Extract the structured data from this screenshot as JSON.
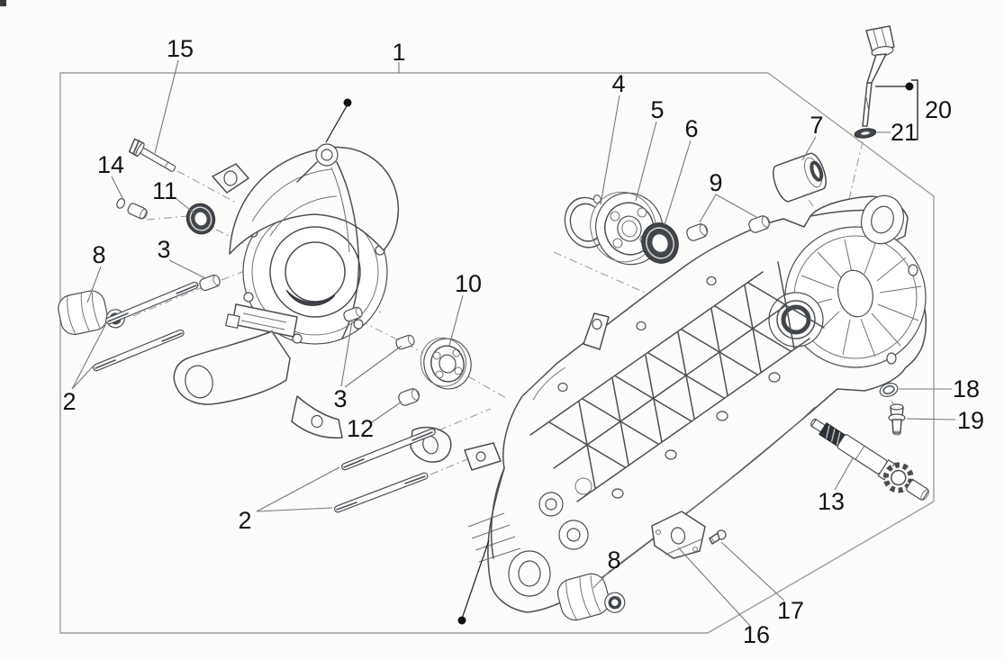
{
  "figure": {
    "description": "Exploded-view spare parts diagram of an engine crankcase assembly with numbered callouts",
    "callouts": [
      {
        "label": "1"
      },
      {
        "label": "15"
      },
      {
        "label": "14"
      },
      {
        "label": "11"
      },
      {
        "label": "8"
      },
      {
        "label": "3"
      },
      {
        "label": "2"
      },
      {
        "label": "10"
      },
      {
        "label": "3"
      },
      {
        "label": "12"
      },
      {
        "label": "2"
      },
      {
        "label": "4"
      },
      {
        "label": "5"
      },
      {
        "label": "6"
      },
      {
        "label": "9"
      },
      {
        "label": "7"
      },
      {
        "label": "20"
      },
      {
        "label": "21"
      },
      {
        "label": "18"
      },
      {
        "label": "19"
      },
      {
        "label": "13"
      },
      {
        "label": "8"
      },
      {
        "label": "16"
      },
      {
        "label": "17"
      }
    ]
  },
  "colors": {
    "background": "#fcfcfb",
    "border": "#9c9ea0",
    "line_art": "#4a4e53",
    "label_text": "#131313",
    "leader_line": "#75787b",
    "dark_fill": "#42464a"
  }
}
